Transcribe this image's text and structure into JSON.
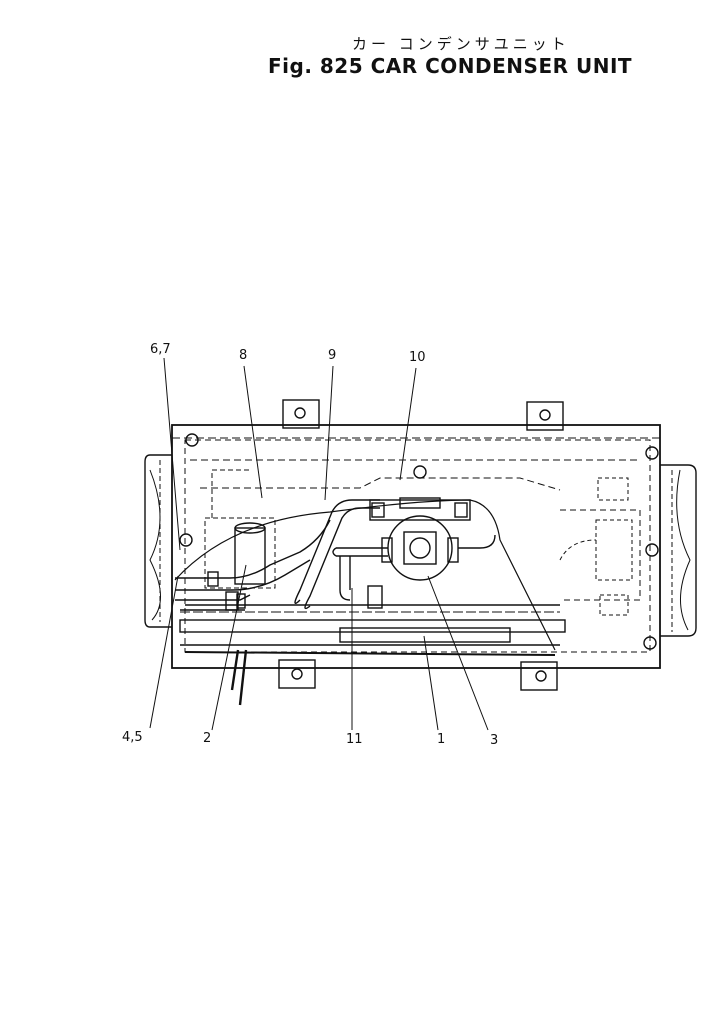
{
  "header": {
    "title_jp": "カー コンデンサユニット",
    "title_en": "Fig. 825 CAR CONDENSER UNIT"
  },
  "callouts": [
    {
      "id": "c67",
      "text": "6,7"
    },
    {
      "id": "c8",
      "text": "8"
    },
    {
      "id": "c9",
      "text": "9"
    },
    {
      "id": "c10",
      "text": "10"
    },
    {
      "id": "c45",
      "text": "4,5"
    },
    {
      "id": "c2",
      "text": "2"
    },
    {
      "id": "c11",
      "text": "11"
    },
    {
      "id": "c1",
      "text": "1"
    },
    {
      "id": "c3",
      "text": "3"
    }
  ]
}
